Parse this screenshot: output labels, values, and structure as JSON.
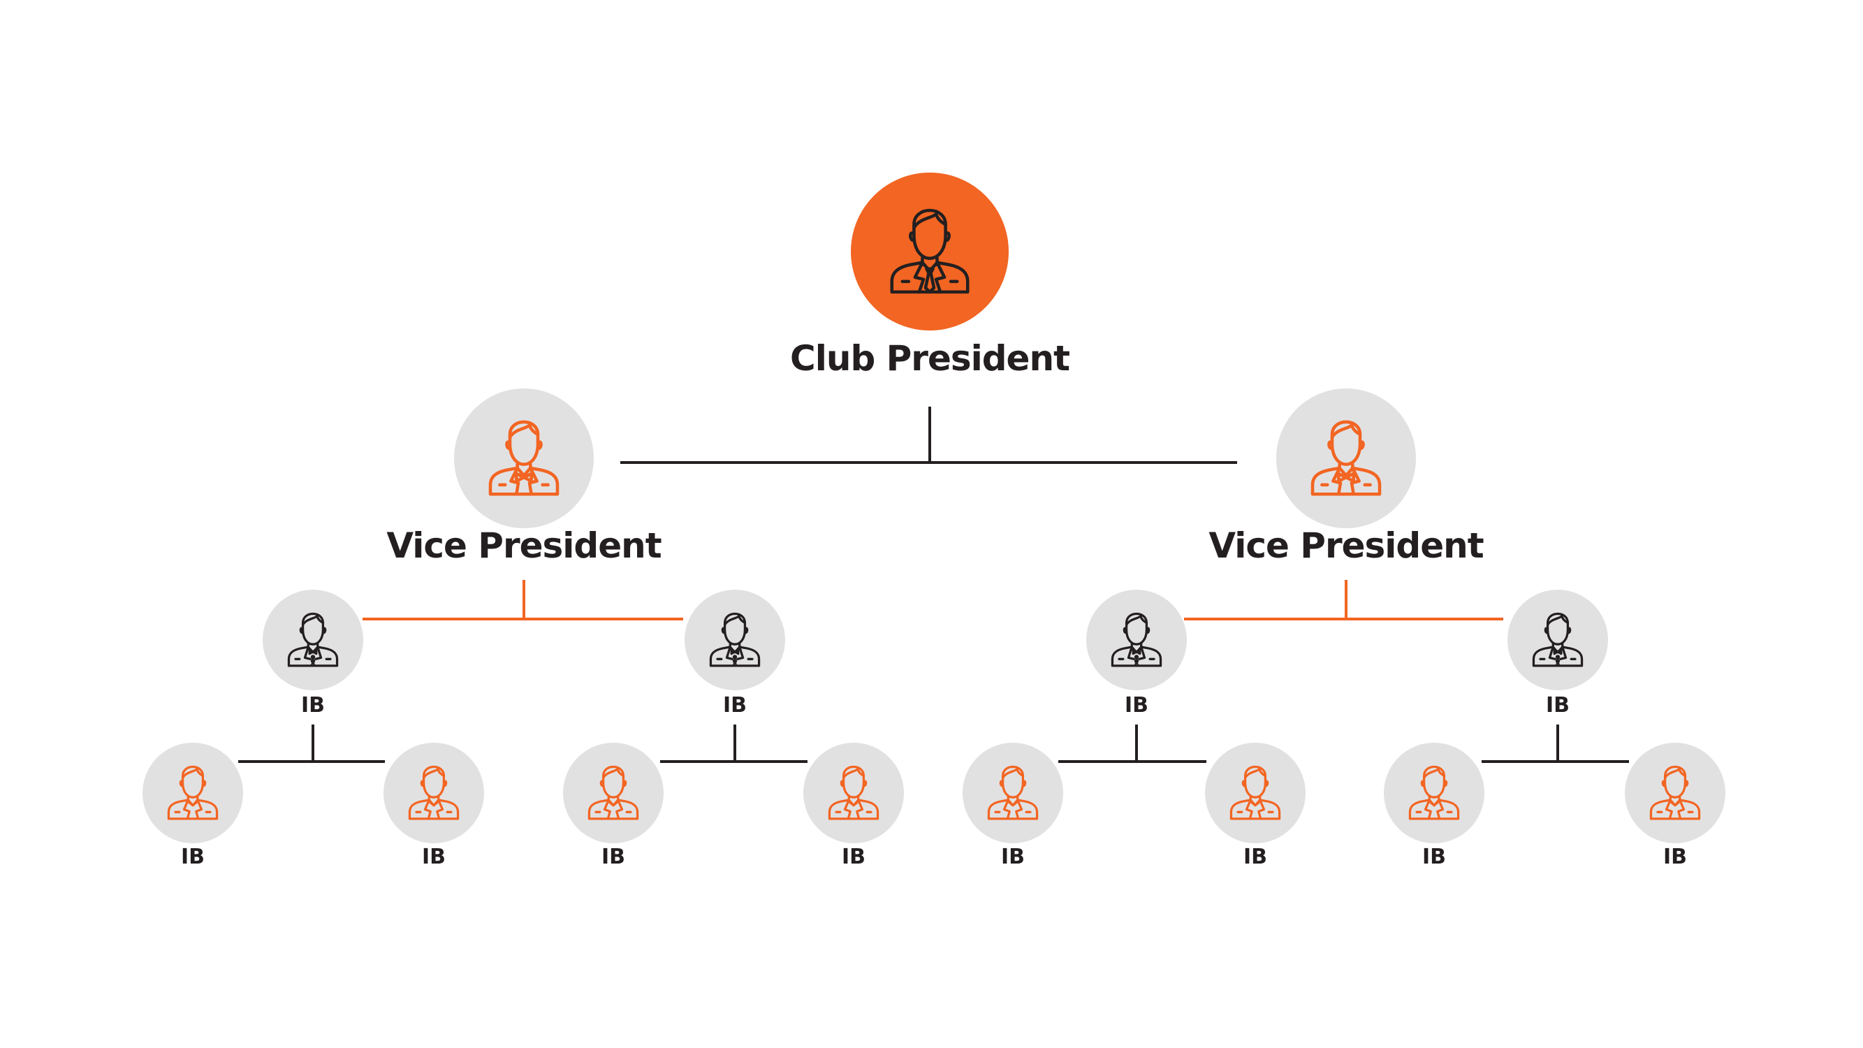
{
  "colors": {
    "accent": "#f26522",
    "circle_gray": "#e2e1e2",
    "ink": "#231f20",
    "line_dark": "#231f20",
    "line_orange": "#f26522"
  },
  "nodes": {
    "president": {
      "label": "Club President",
      "icon": "businessman-tie-icon"
    },
    "vp_left": {
      "label": "Vice President",
      "icon": "person-bowtie-icon"
    },
    "vp_right": {
      "label": "Vice President",
      "icon": "person-bowtie-icon"
    },
    "ib_l1": {
      "label": "IB",
      "icon": "person-tuxedo-icon"
    },
    "ib_l2": {
      "label": "IB",
      "icon": "person-tuxedo-icon"
    },
    "ib_r1": {
      "label": "IB",
      "icon": "person-tuxedo-icon"
    },
    "ib_r2": {
      "label": "IB",
      "icon": "person-tuxedo-icon"
    },
    "ib_l1a": {
      "label": "IB",
      "icon": "person-suit-icon"
    },
    "ib_l1b": {
      "label": "IB",
      "icon": "person-suit-icon"
    },
    "ib_l2a": {
      "label": "IB",
      "icon": "person-suit-icon"
    },
    "ib_l2b": {
      "label": "IB",
      "icon": "person-suit-icon"
    },
    "ib_r1a": {
      "label": "IB",
      "icon": "person-suit-icon"
    },
    "ib_r1b": {
      "label": "IB",
      "icon": "person-suit-icon"
    },
    "ib_r2a": {
      "label": "IB",
      "icon": "person-suit-icon"
    },
    "ib_r2b": {
      "label": "IB",
      "icon": "person-suit-icon"
    }
  },
  "edges": [
    {
      "from": "president",
      "to": [
        "vp_left",
        "vp_right"
      ],
      "color": "line_dark"
    },
    {
      "from": "vp_left",
      "to": [
        "ib_l1",
        "ib_l2"
      ],
      "color": "line_orange"
    },
    {
      "from": "vp_right",
      "to": [
        "ib_r1",
        "ib_r2"
      ],
      "color": "line_orange"
    },
    {
      "from": "ib_l1",
      "to": [
        "ib_l1a",
        "ib_l1b"
      ],
      "color": "line_dark"
    },
    {
      "from": "ib_l2",
      "to": [
        "ib_l2a",
        "ib_l2b"
      ],
      "color": "line_dark"
    },
    {
      "from": "ib_r1",
      "to": [
        "ib_r1a",
        "ib_r1b"
      ],
      "color": "line_dark"
    },
    {
      "from": "ib_r2",
      "to": [
        "ib_r2a",
        "ib_r2b"
      ],
      "color": "line_dark"
    }
  ]
}
